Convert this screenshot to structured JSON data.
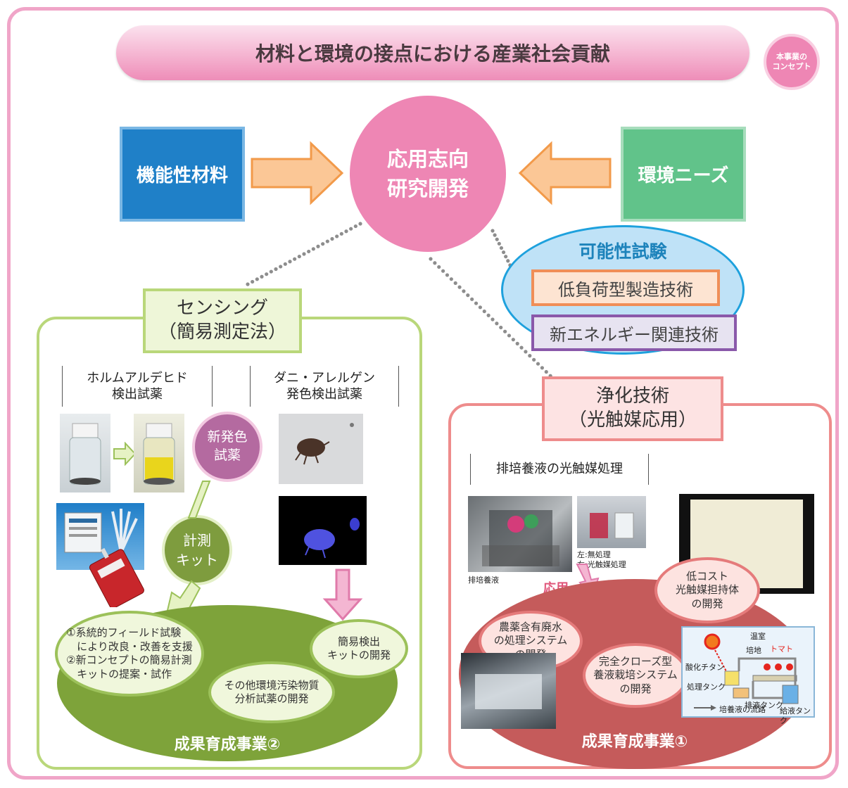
{
  "banner": {
    "title": "材料と環境の接点における産業社会貢献"
  },
  "concept_badge": "本事業の\nコンセプト",
  "left_box": "機能性材料",
  "right_box": "環境ニーズ",
  "center_circle": "応用志向\n研究開発",
  "feasibility": {
    "title": "可能性試験",
    "items": [
      "低負荷型製造技術",
      "新エネルギー関連技術"
    ]
  },
  "sensing": {
    "title": "センシング\n（簡易測定法）",
    "label_left": "ホルムアルデヒド\n検出試薬",
    "label_right": "ダニ・アレルゲン\n発色検出試薬",
    "new_reagent": "新発色\n試薬",
    "kit": "計測\nキット",
    "bubble_1": "①系統的フィールド試験\n　により改良・改善を支援\n②新コンセプトの簡易計測\n　キットの提案・試作",
    "bubble_2": "その他環境汚染物質\n分析試薬の開発",
    "bubble_3": "簡易検出\nキットの開発",
    "result": "成果育成事業②"
  },
  "purification": {
    "title": "浄化技術\n（光触媒応用）",
    "label": "排培養液の光触媒処理",
    "caption_liquid": "排培養液",
    "caption_compare": "左:無処理\n右:光触媒処理",
    "apply": "応用",
    "bubble_lowcost": "低コスト\n光触媒担持体\nの開発",
    "bubble_pesticide": "農薬含有廃水\nの処理システム\nの開発",
    "bubble_closed": "完全クローズ型\n養液栽培システム\nの開発",
    "result": "成果育成事業①",
    "system": {
      "greenhouse": "温室",
      "bed": "培地",
      "tomato": "トマト",
      "tio2": "酸化チタン",
      "treat_tank": "処理タンク",
      "drain_tank": "排液タンク",
      "supply_tank": "給液タンク",
      "flow": "培養液の流路"
    }
  },
  "colors": {
    "pink": "#ee86b4",
    "blue": "#1f80c8",
    "green": "#61c38a",
    "olive": "#7ea33a",
    "red": "#c55b5b"
  }
}
